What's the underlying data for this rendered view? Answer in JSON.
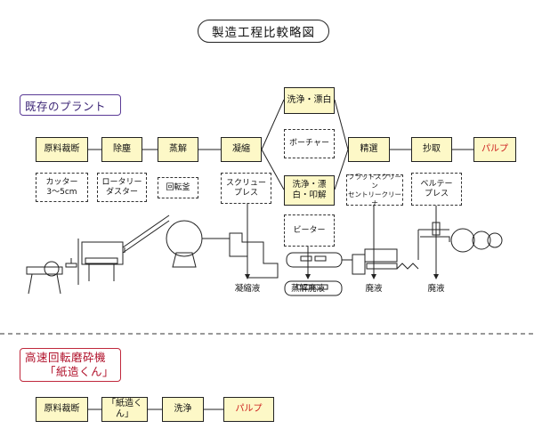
{
  "title": "製造工程比較略図",
  "existing_plant": {
    "label": "既存のプラント",
    "steps": [
      "原料裁断",
      "除塵",
      "蒸解",
      "凝縮",
      "精選",
      "抄取",
      "パルプ"
    ],
    "branch_steps": [
      "洗浄・漂白",
      "洗浄・漂白・叩解"
    ],
    "sub_labels": [
      "カッター\n3～5cm",
      "ロータリー\nダスター",
      "回転釜",
      "スクリュー\nプレス",
      "ボーチャー",
      "ビーター",
      "フラットスクリーン\nセントリークリーナ",
      "ベルテー\nプレス"
    ],
    "outputs": [
      "凝縮液",
      "蒸解廃液",
      "廃液",
      "廃液"
    ]
  },
  "new_method": {
    "label_line1": "高速回転磨砕機",
    "label_line2": "「紙造くん」",
    "steps": [
      "原料裁断",
      "「紙造くん」",
      "洗浄",
      "パルプ"
    ]
  },
  "colors": {
    "step_fill": "#fdf8c7",
    "existing_border": "#5a3a96",
    "new_border": "#c0283c",
    "pulp_text": "#cc1a1a"
  }
}
